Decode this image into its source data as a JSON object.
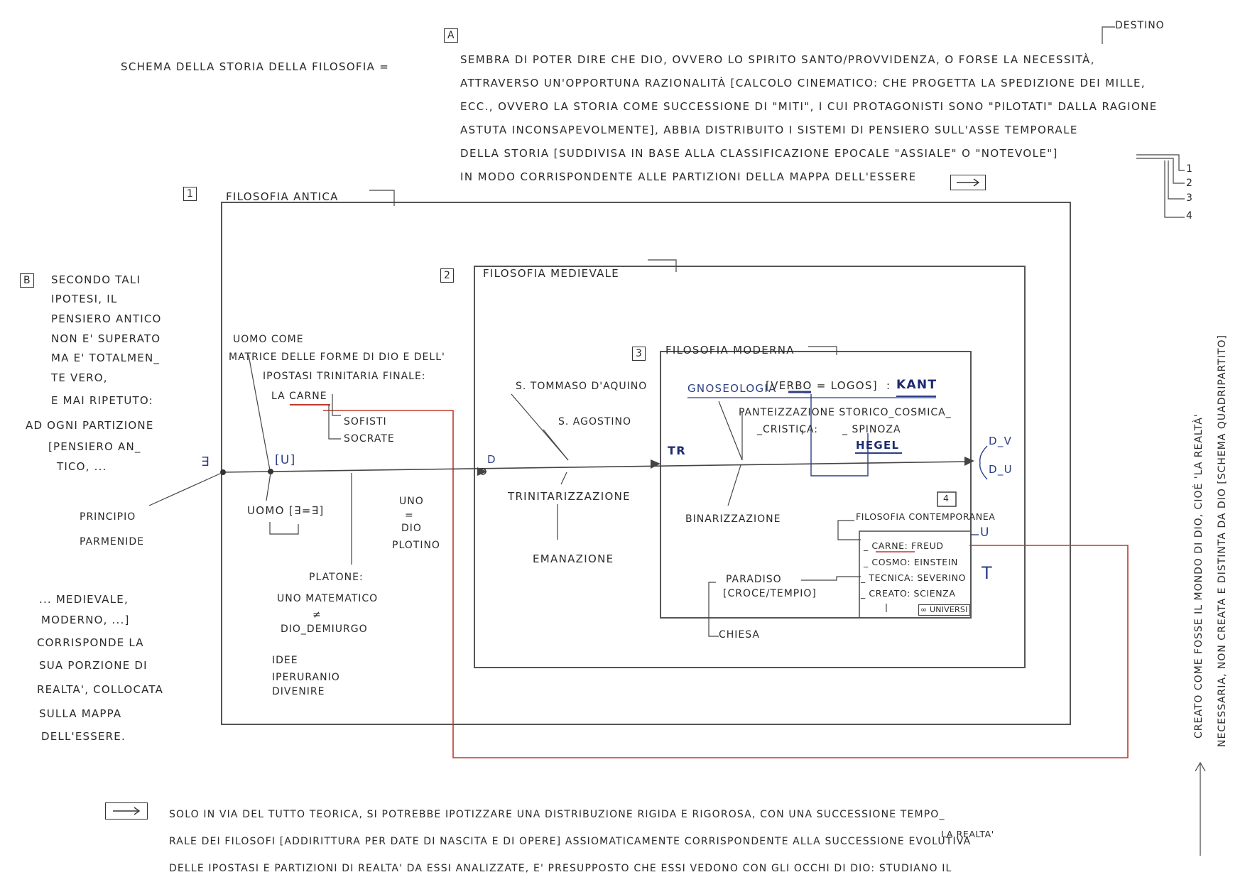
{
  "a_section": {
    "tag": "A",
    "schema_title": "SCHEMA DELLA STORIA DELLA FILOSOFIA =",
    "lines": [
      "SEMBRA DI POTER DIRE CHE DIO, OVVERO LO SPIRITO SANTO/PROVVIDENZA, O FORSE LA NECESSITÀ,",
      "ATTRAVERSO UN'OPPORTUNA RAZIONALITÀ [CALCOLO CINEMATICO: CHE PROGETTA LA SPEDIZIONE DEI MILLE,",
      "ECC., OVVERO LA STORIA COME SUCCESSIONE DI \"MITI\", I CUI PROTAGONISTI SONO \"PILOTATI\" DALLA RAGIONE",
      "ASTUTA INCONSAPEVOLMENTE], ABBIA DISTRIBUITO I SISTEMI DI PENSIERO SULL'ASSE TEMPORALE",
      "DELLA STORIA [SUDDIVISA IN BASE ALLA CLASSIFICAZIONE EPOCALE \"ASSIALE\" O \"NOTEVOLE\"]",
      "IN MODO CORRISPONDENTE ALLE PARTIZIONI DELLA MAPPA DELL'ESSERE"
    ],
    "destino": "DESTINO",
    "bracket_numbers": [
      "1",
      "2",
      "3",
      "4"
    ]
  },
  "sections": {
    "antica": {
      "num": "1",
      "label": "FILOSOFIA ANTICA"
    },
    "medievale": {
      "num": "2",
      "label": "FILOSOFIA MEDIEVALE"
    },
    "moderna": {
      "num": "3",
      "label": "FILOSOFIA MODERNA"
    },
    "contemporanea": {
      "num": "4",
      "label": "FILOSOFIA CONTEMPORANEA"
    }
  },
  "b_section": {
    "tag": "B",
    "lines": [
      "SECONDO TALI",
      "IPOTESI, IL",
      "PENSIERO ANTICO",
      "NON E' SUPERATO",
      "MA E' TOTALMEN_",
      "TE VERO,",
      "E MAI RIPETUTO:",
      "AD OGNI PARTIZIONE",
      "[PENSIERO AN_",
      "TICO, ..."
    ],
    "lines2": [
      "... MEDIEVALE,",
      "MODERNO, ...]",
      "CORRISPONDE LA",
      "SUA PORZIONE DI",
      "REALTA', COLLOCATA",
      "SULLA MAPPA",
      "DELL'ESSERE."
    ]
  },
  "diagram": {
    "exists": "∃",
    "principio": [
      "PRINCIPIO",
      "PARMENIDE"
    ],
    "uomo_matrice": [
      "UOMO COME",
      "MATRICE DELLE FORME DI DIO E DELL'",
      "IPOSTASI TRINITARIA FINALE:"
    ],
    "la_carne": "LA CARNE",
    "sofisti": "SOFISTI",
    "socrate": "SOCRATE",
    "u_bracket": "[U]",
    "uomo_eq": "UOMO [∃=∃]",
    "platone": [
      "PLATONE:",
      "UNO MATEMATICO",
      "≠",
      "DIO_DEMIURGO"
    ],
    "idee": [
      "IDEE",
      "IPERURANIO",
      "DIVENIRE"
    ],
    "uno_dio": [
      "UNO",
      "=",
      "DIO",
      "PLOTINO"
    ],
    "d_label": "D",
    "tommaso": "S. TOMMASO D'AQUINO",
    "agostino": "S. AGOSTINO",
    "trinitarizzazione": "TRINITARIZZAZIONE",
    "emanazione": "EMANAZIONE",
    "tr": "TR",
    "gnoseologia": "GNOSEOLOGIA",
    "verbo_logos": "[VERBO = LOGOS]",
    "colon": ":",
    "kant": "KANT",
    "panteizzazione": "PANTEIZZAZIONE STORICO_COSMICA_",
    "cristica": "_CRISTICA:",
    "spinoza": "_ SPINOZA",
    "hegel": "HEGEL",
    "binarizzazione": "BINARIZZAZIONE",
    "d_v": "D_V",
    "d_u": "D_U",
    "u_right": "U",
    "t_right": "T",
    "contemp_items": [
      "_ CARNE: FREUD",
      "_ COSMO: EINSTEIN",
      "_ TECNICA: SEVERINO",
      "_ CREATO: SCIENZA"
    ],
    "universi": "∞ UNIVERSI",
    "paradiso": [
      "PARADISO",
      "[CROCE/TEMPIO]"
    ],
    "chiesa": "CHIESA"
  },
  "right_vertical": [
    "CREATO COME FOSSE IL MONDO DI DIO, CIOÈ 'LA REALTÀ'",
    "NECESSARIA, NON CREATA E DISTINTA DA DIO [SCHEMA QUADRIPARTITO]"
  ],
  "footer": {
    "lines": [
      "SOLO IN VIA DEL TUTTO TEORICA, SI POTREBBE IPOTIZZARE UNA DISTRIBUZIONE RIGIDA E RIGOROSA, CON UNA SUCCESSIONE TEMPO_",
      "RALE DEI FILOSOFI [ADDIRITTURA PER DATE DI NASCITA E DI OPERE] ASSIOMATICAMENTE CORRISPONDENTE ALLA SUCCESSIONE EVOLUTIVA",
      "DELLE IPOSTASI E PARTIZIONI DI REALTA' DA ESSI ANALIZZATE, E' PRESUPPOSTO CHE ESSI VEDONO CON GLI OCCHI DI DIO: STUDIANO IL"
    ],
    "la_realta": "LA REALTA'"
  },
  "colors": {
    "ink": "#555555",
    "blue": "#2c3f86",
    "red": "#c0392b",
    "text": "#2a2a2a"
  },
  "icons": [
    "arrow-icon"
  ]
}
